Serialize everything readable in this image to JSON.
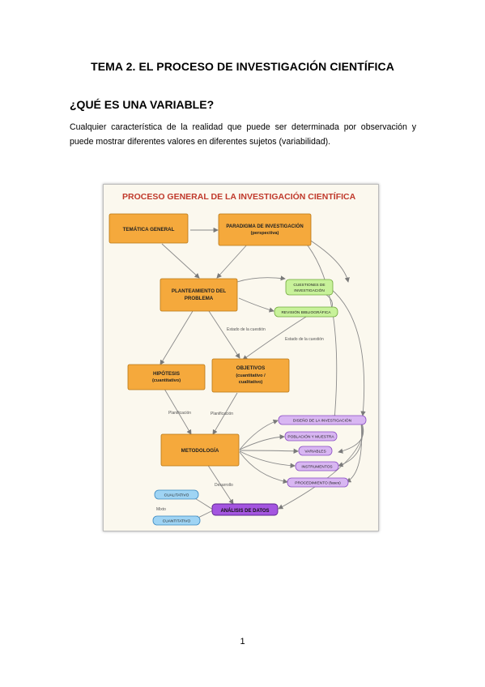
{
  "document": {
    "title": "TEMA 2. EL PROCESO DE INVESTIGACIÓN CIENTÍFICA",
    "section_heading": "¿QUÉ ES UNA VARIABLE?",
    "paragraph": "Cualquier característica de la realidad que puede ser determinada por observación y puede mostrar diferentes valores en diferentes sujetos (variabilidad).",
    "page_number": "1"
  },
  "diagram": {
    "title": "PROCESO GENERAL DE LA INVESTIGACIÓN CIENTÍFICA",
    "colors": {
      "orange": "#f5a93c",
      "green": "#c8f29a",
      "lavender": "#d8b6f2",
      "purple_dark": "#a455e0",
      "blue": "#9fd4f4",
      "title_red": "#c0392b"
    },
    "nodes": {
      "tematica": "TEMÁTICA GENERAL",
      "paradigma_l1": "PARADIGMA DE INVESTIGACIÓN",
      "paradigma_l2": "(perspectiva)",
      "planteamiento_l1": "PLANTEAMIENTO DEL",
      "planteamiento_l2": "PROBLEMA",
      "cuestiones_l1": "CUESTIONES DE",
      "cuestiones_l2": "INVESTIGACIÓN",
      "revision": "REVISIÓN BIBLIOGRÁFICA",
      "hipotesis_l1": "HIPÓTESIS",
      "hipotesis_l2": "(cuantitativo)",
      "objetivos_l1": "OBJETIVOS",
      "objetivos_l2": "(cuantitativo /",
      "objetivos_l3": "cualitativo)",
      "metodologia": "METODOLOGÍA",
      "diseno": "DISEÑO DE LA INVESTIGACIÓN",
      "poblacion": "POBLACIÓN Y MUESTRA",
      "variables": "VARIABLES",
      "instrumentos": "INSTRUMENTOS",
      "procedimiento": "PROCEDIMIENTO (fases)",
      "analisis": "ANÁLISIS DE DATOS",
      "cualitativo": "CUALITATIVO",
      "cuantitativo": "CUANTITATIVO"
    },
    "edge_labels": {
      "estado1": "Estado de la cuestión",
      "estado2": "Estado de la cuestión",
      "planif1": "Planificación",
      "planif2": "Planificación",
      "desarrollo": "Desarrollo",
      "mixto": "Mixto"
    }
  }
}
